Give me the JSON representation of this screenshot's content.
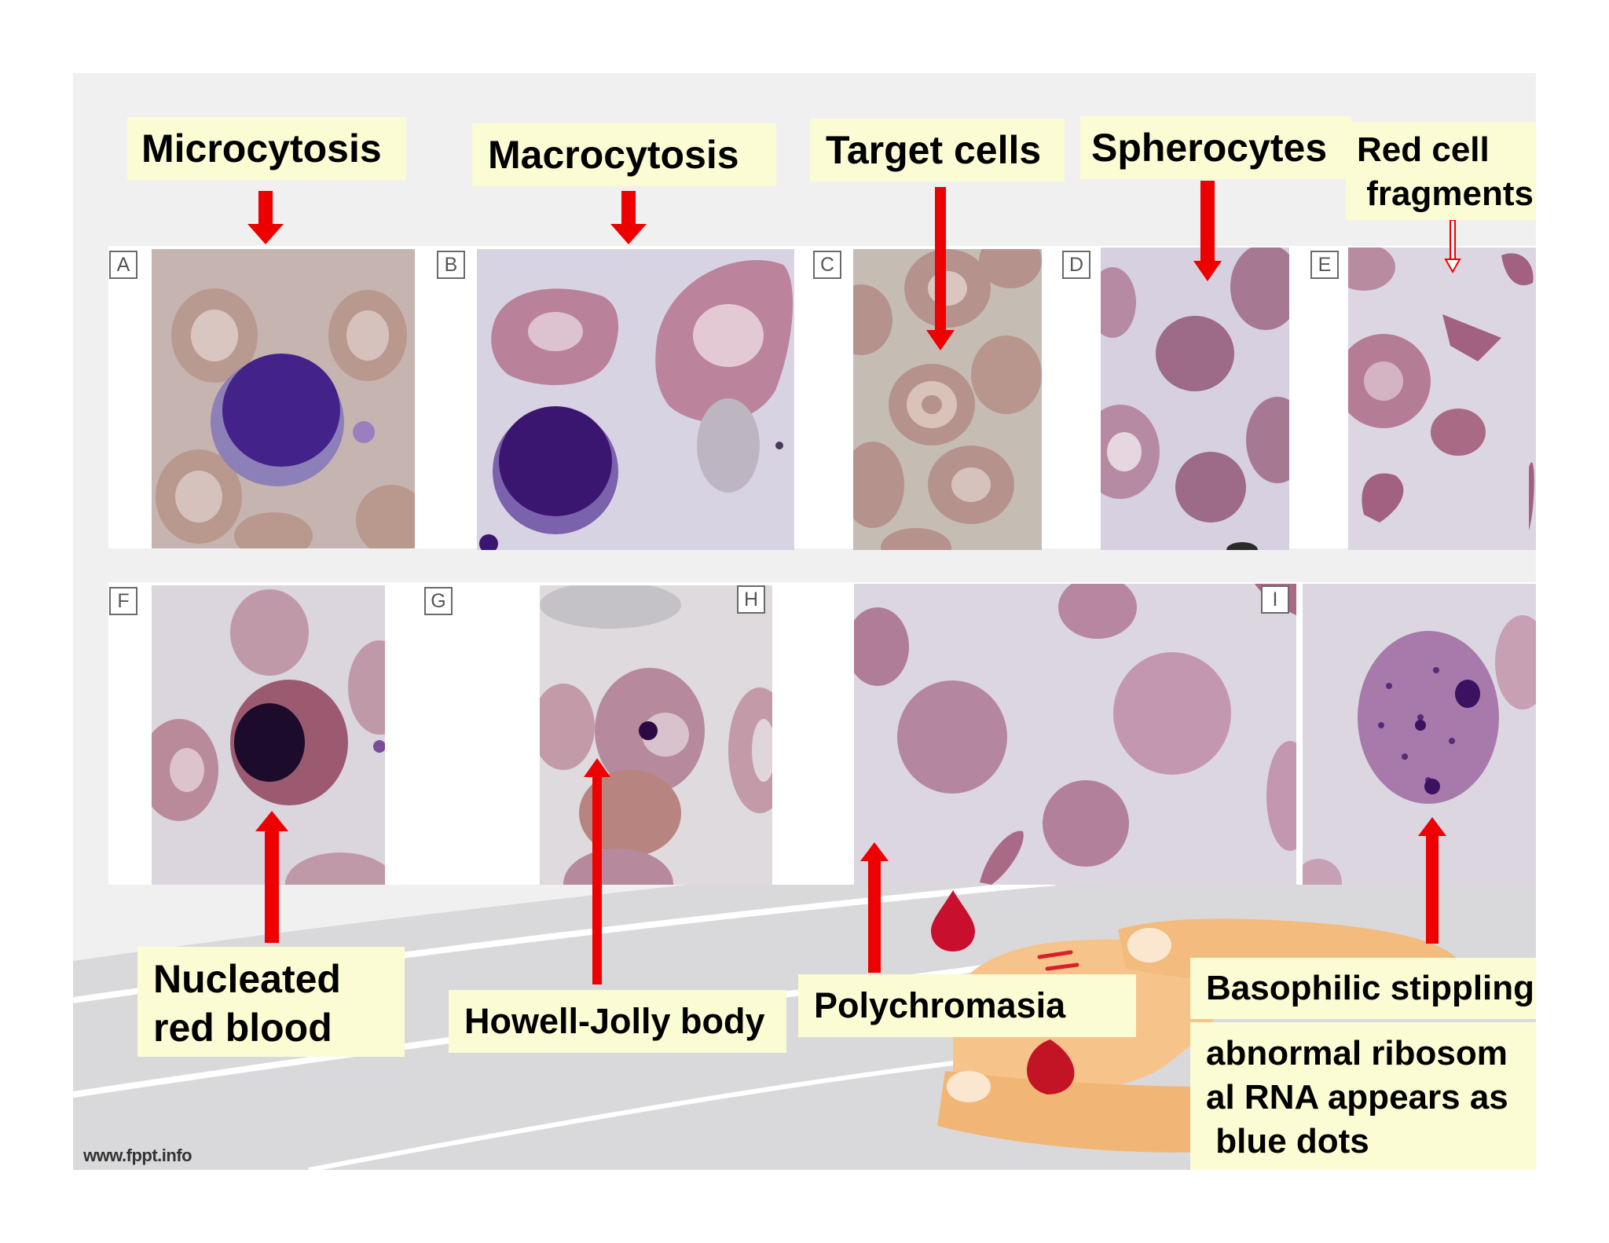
{
  "colors": {
    "label_bg": "#fbfbd4",
    "arrow_red": "#ee0000",
    "cell_pink": "#c08a9e",
    "nucleus_purple": "#3b1670"
  },
  "labels": {
    "microcytosis": "Microcytosis",
    "macrocytosis": "Macrocytosis",
    "target_cells": "Target cells",
    "spherocytes": "Spherocytes",
    "red_cell_fragments": "Red cell\n fragments",
    "nucleated": "Nucleated\nred blood",
    "howell_jolly": "Howell-Jolly body",
    "polychromasia": "Polychromasia",
    "basophilic": "Basophilic stippling",
    "basophilic_note": "abnormal ribosom\nal RNA appears as\n blue dots"
  },
  "panels": [
    "A",
    "B",
    "C",
    "D",
    "E",
    "F",
    "G",
    "H",
    "I"
  ],
  "footer": "www.fppt.info"
}
